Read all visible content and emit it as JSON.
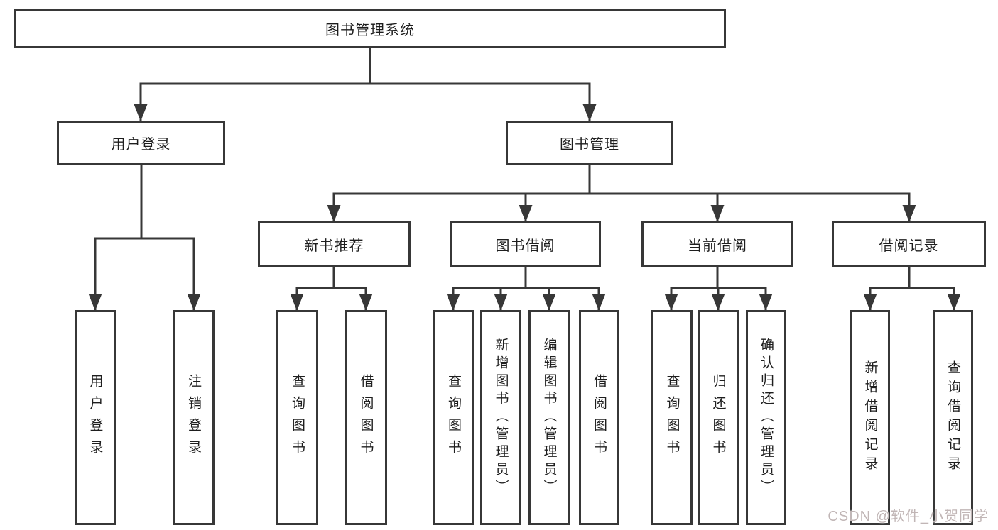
{
  "tree": {
    "label": "图书管理系统",
    "children": [
      {
        "label": "用户登录",
        "children": [
          {
            "label": "用户登录"
          },
          {
            "label": "注销登录"
          }
        ]
      },
      {
        "label": "图书管理",
        "children": [
          {
            "label": "新书推荐",
            "children": [
              {
                "label": "查询图书"
              },
              {
                "label": "借阅图书"
              }
            ]
          },
          {
            "label": "图书借阅",
            "children": [
              {
                "label": "查询图书"
              },
              {
                "label": "新增图书（管理员）"
              },
              {
                "label": "编辑图书（管理员）"
              },
              {
                "label": "借阅图书"
              }
            ]
          },
          {
            "label": "当前借阅",
            "children": [
              {
                "label": "查询图书"
              },
              {
                "label": "归还图书"
              },
              {
                "label": "确认归还（管理员）"
              }
            ]
          },
          {
            "label": "借阅记录",
            "children": [
              {
                "label": "新增借阅记录"
              },
              {
                "label": "查询借阅记录"
              }
            ]
          }
        ]
      }
    ]
  },
  "watermark": {
    "text": "CSDN @软件_小贺同学"
  },
  "colors": {
    "line": "#373737",
    "box_border": "#373737",
    "text": "#1e1e1e",
    "watermark": "#c1b6b6",
    "background": "#ffffff"
  }
}
